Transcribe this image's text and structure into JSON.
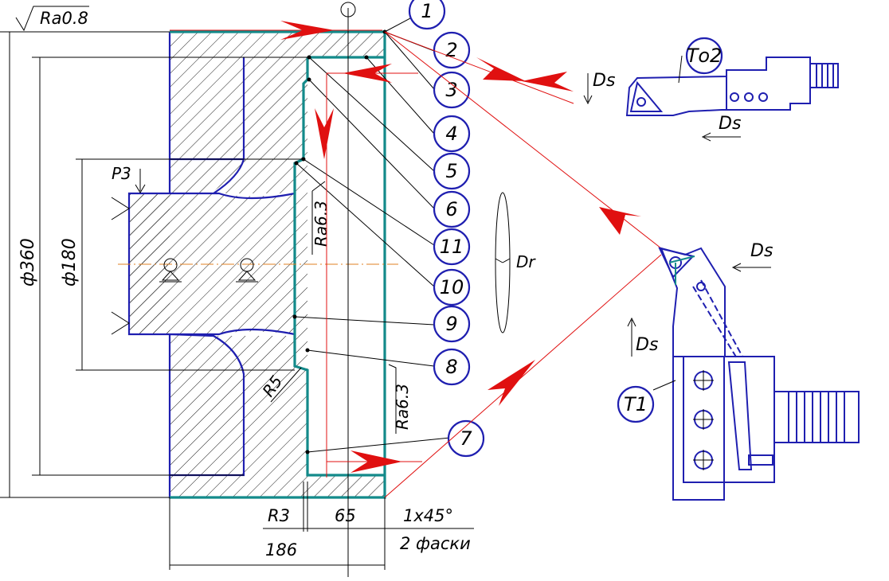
{
  "roughness": {
    "top": "Ra0.8",
    "inner": "Ra6.3",
    "outer": "Ra6.3"
  },
  "diameters": {
    "outer": "ф360",
    "inner": "ф180"
  },
  "dimensions": {
    "total_length": "186",
    "recess_depth": "65",
    "radius_small": "R3",
    "radius_fillet": "R5",
    "chamfer": "1x45°",
    "chamfer_note": "2 фаски",
    "locator": "Р3"
  },
  "tools": {
    "finishing": {
      "label": "Т1",
      "feed_horizontal": "Ds",
      "feed_vertical": "Ds"
    },
    "grooving": {
      "label": "То2",
      "feed_horizontal": "Ds",
      "feed_vertical": "Ds"
    }
  },
  "rotation": "Dr",
  "bubbles": [
    "1",
    "2",
    "3",
    "4",
    "5",
    "6",
    "11",
    "10",
    "9",
    "8",
    "7"
  ],
  "colors": {
    "contour": "#138a8a",
    "part_outline": "#1f1fb0",
    "tool_path": "#e01010",
    "centerline": "#e08020"
  }
}
